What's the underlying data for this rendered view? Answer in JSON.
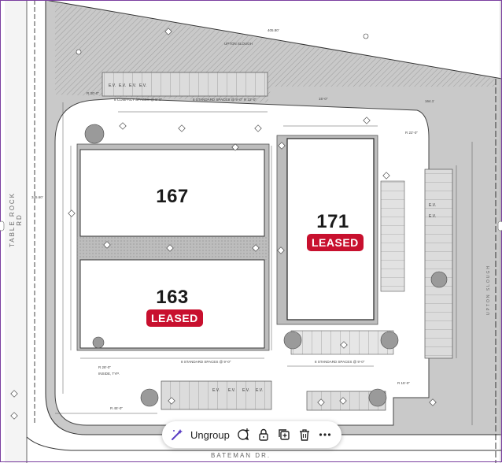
{
  "site_plan": {
    "buildings": [
      {
        "number": "167",
        "status": ""
      },
      {
        "number": "163",
        "status": "LEASED"
      },
      {
        "number": "171",
        "status": "LEASED"
      }
    ],
    "streets": {
      "left": "TABLE ROCK RD",
      "bottom": "BATEMAN DR.",
      "right": "UPTON SLOUGH",
      "top": "UPTON SLOUGH"
    },
    "parking_labels": [
      "E.V.",
      "E.V.",
      "E.V.",
      "E.V."
    ]
  },
  "toolbar": {
    "ungroup_label": "Ungroup",
    "icons": [
      "magic-wand-icon",
      "comment-add-icon",
      "lock-icon",
      "duplicate-icon",
      "trash-icon",
      "more-icon"
    ]
  },
  "colors": {
    "site": "#c9c9c9",
    "building": "#ffffff",
    "leased": "#c8102e",
    "selection": "#7b3fa0"
  }
}
